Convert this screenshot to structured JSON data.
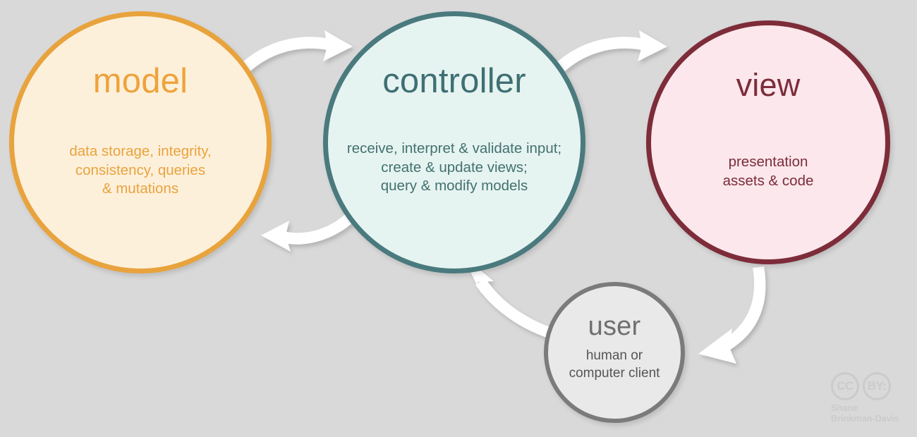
{
  "diagram": {
    "title": "MVC architecture diagram",
    "background_color": "#d9d9d9",
    "arrow_color": "#ffffff"
  },
  "nodes": {
    "model": {
      "title": "model",
      "body": "data storage, integrity,\nconsistency, queries\n& mutations",
      "fill_color": "#fdf0db",
      "stroke_color": "#e8a33d",
      "text_color": "#e8a33d"
    },
    "controller": {
      "title": "controller",
      "body": "receive, interpret & validate input;\ncreate & update views;\nquery & modify models",
      "fill_color": "#e6f4f1",
      "stroke_color": "#4a7a7e",
      "text_color": "#3f6f74"
    },
    "view": {
      "title": "view",
      "body": "presentation\nassets & code",
      "fill_color": "#fbe7ec",
      "stroke_color": "#7d2c39",
      "text_color": "#7d2c39"
    },
    "user": {
      "title": "user",
      "body": "human or\ncomputer client",
      "fill_color": "#e9e9e9",
      "stroke_color": "#7b7b7b",
      "text_color": "#6f6f6f"
    }
  },
  "arrows": [
    {
      "name": "model-to-controller",
      "from": "model",
      "to": "controller",
      "direction": "right"
    },
    {
      "name": "controller-to-model",
      "from": "controller",
      "to": "model",
      "direction": "left"
    },
    {
      "name": "controller-to-view",
      "from": "controller",
      "to": "view",
      "direction": "right"
    },
    {
      "name": "view-to-user",
      "from": "view",
      "to": "user",
      "direction": "down-left"
    },
    {
      "name": "user-to-controller",
      "from": "user",
      "to": "controller",
      "direction": "up-left"
    }
  ],
  "license": {
    "mark_cc": "CC",
    "mark_by": "BY:",
    "author": "Shane\nBrinkman-Davis"
  }
}
